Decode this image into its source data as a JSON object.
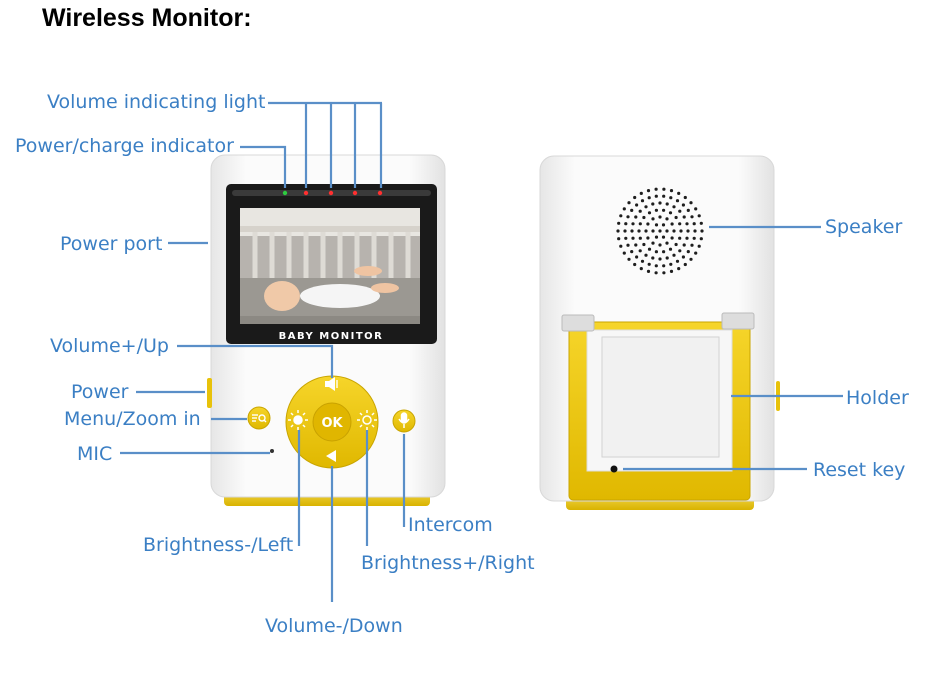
{
  "title": "Wireless Monitor:",
  "screen_text": "BABY MONITOR",
  "ok_button": "OK",
  "colors": {
    "label_blue": "#3b7fc4",
    "leader_line": "#5a8fc8",
    "accent_yellow": "#e8c20a",
    "body_white": "#f4f4f4",
    "screen_black": "#1a1a1a"
  },
  "icons": [
    "speaker-volume-icon",
    "sun-icon",
    "brightness-icon",
    "microphone-icon",
    "menu-zoom-icon",
    "triangle-left-icon"
  ],
  "labels": {
    "volume_light": "Volume indicating light",
    "power_charge": "Power/charge indicator",
    "power_port": "Power port",
    "volume_up": "Volume+/Up",
    "power": "Power",
    "menu_zoom": "Menu/Zoom in",
    "mic": "MIC",
    "brightness_left": "Brightness-/Left",
    "intercom": "Intercom",
    "brightness_right": "Brightness+/Right",
    "volume_down": "Volume-/Down",
    "speaker": "Speaker",
    "holder": "Holder",
    "reset_key": "Reset key"
  }
}
